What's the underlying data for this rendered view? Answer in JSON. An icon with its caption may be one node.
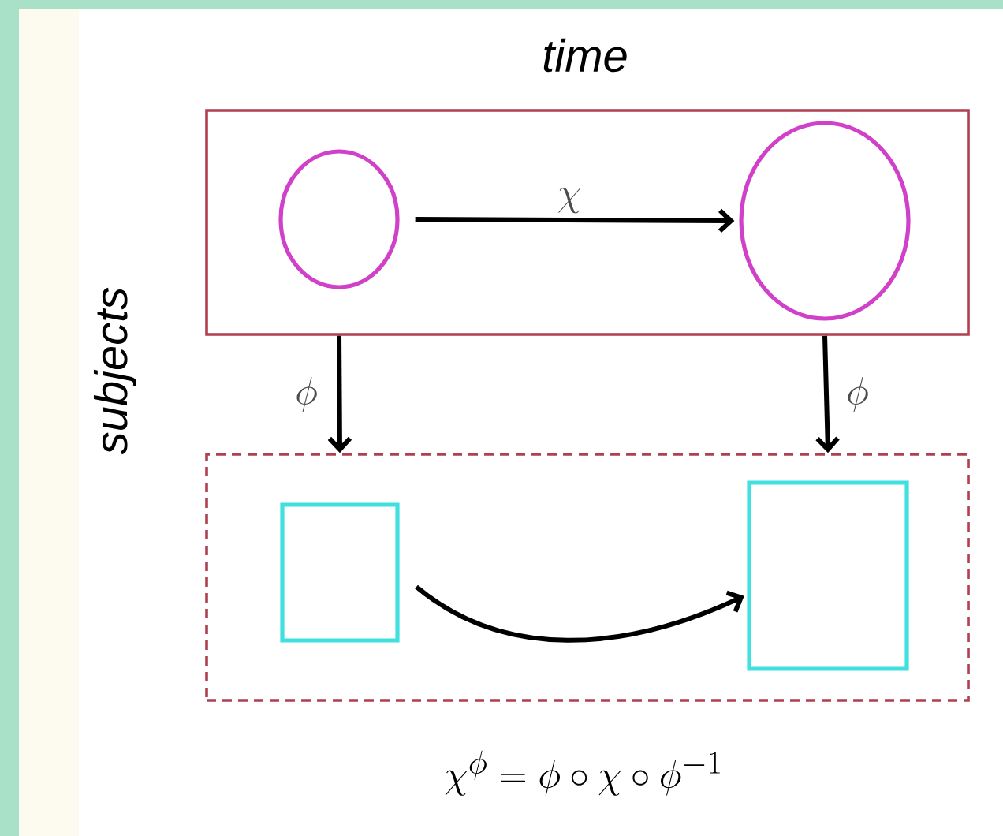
{
  "diagram": {
    "nodes": [
      {
        "text": [],
        "shape": "box"
      },
      {
        "text": [],
        "shape": "circle",
        "in": 0
      },
      {
        "text": [],
        "shape": "circle",
        "in": 0
      },
      {
        "text": [],
        "shape": "box"
      },
      {
        "text": [],
        "shape": "box",
        "in": 3
      },
      {
        "text": [],
        "shape": "box",
        "in": 3
      }
    ],
    "edges": [
      {
        "from": 1,
        "to": 2,
        "arrow": "to",
        "label": "\\chi"
      },
      {
        "from": 1,
        "to": 4,
        "arrow": "to",
        "label": "\\phi"
      },
      {
        "from": 2,
        "to": 5,
        "arrow": "to",
        "label": "\\phi"
      },
      {
        "from": 4,
        "to": 5,
        "arrow": "to"
      }
    ],
    "labels": [
      "time",
      "subjects",
      "\\chi^{\\phi} = \\phi \\circ \\chi \\circ \\phi^{-1}"
    ]
  }
}
